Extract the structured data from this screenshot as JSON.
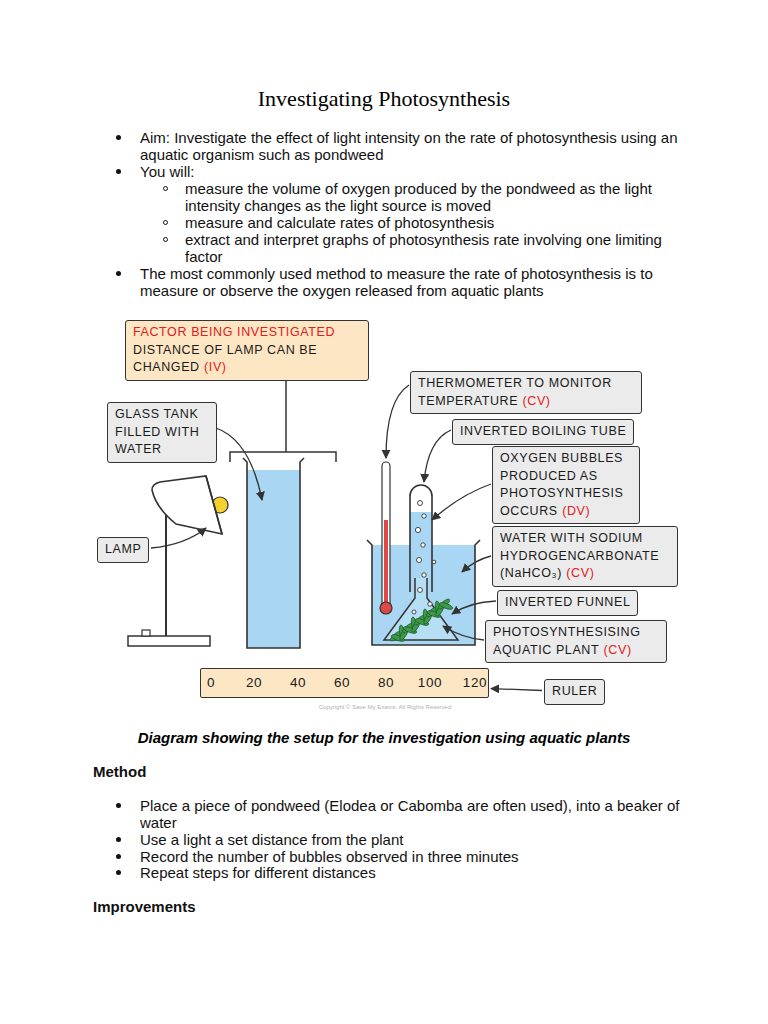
{
  "diagram": {
    "title": "Investigating Photosynthesis",
    "caption": "Diagram showing the setup for the investigation using aquatic plants",
    "nodes": [
      {
        "text": [
          "FACTOR BEING INVESTIGATED",
          "DISTANCE OF LAMP CAN BE CHANGED",
          "(IV)"
        ]
      },
      {
        "text": [
          "GLASS TANK FILLED WITH WATER"
        ]
      },
      {
        "text": [
          "LAMP"
        ]
      },
      {
        "text": [
          "THERMOMETER TO MONITOR TEMPERATURE",
          "(CV)"
        ]
      },
      {
        "text": [
          "INVERTED BOILING TUBE"
        ]
      },
      {
        "text": [
          "OXYGEN BUBBLES PRODUCED AS PHOTOSYNTHESIS OCCURS",
          "(DV)"
        ]
      },
      {
        "text": [
          "WATER WITH SODIUM HYDROGENCARBONATE (NaHCO₃)",
          "(CV)"
        ]
      },
      {
        "text": [
          "INVERTED FUNNEL"
        ]
      },
      {
        "text": [
          "PHOTOSYNTHESISING AQUATIC PLANT",
          "(CV)"
        ]
      },
      {
        "text": [
          "RULER"
        ]
      },
      {
        "text": [
          "0",
          "20",
          "40",
          "60",
          "80",
          "100",
          "120"
        ]
      }
    ],
    "edges": [
      {
        "from": 9,
        "to": 10,
        "arrow": "to"
      }
    ],
    "labels": [
      "Aim: Investigate the effect of light intensity on the rate of photosynthesis using an aquatic organism such as pondweed",
      "You will:",
      "measure the volume of oxygen produced by the pondweed as the light intensity changes as the light source is moved",
      "measure and calculate rates of photosynthesis",
      "extract and interpret graphs of photosynthesis rate involving one limiting factor",
      "The most commonly used method to measure the rate of photosynthesis is to measure or observe the oxygen released from aquatic plants",
      "Copyright © Save My Exams. All Rights Reserved",
      "Method",
      "Place a piece of pondweed (Elodea or Cabomba are often used), into a beaker of water",
      "Use a light a set distance from the plant",
      "Record the number of bubbles observed in three minutes",
      "Repeat steps for different distances",
      "Improvements"
    ]
  }
}
